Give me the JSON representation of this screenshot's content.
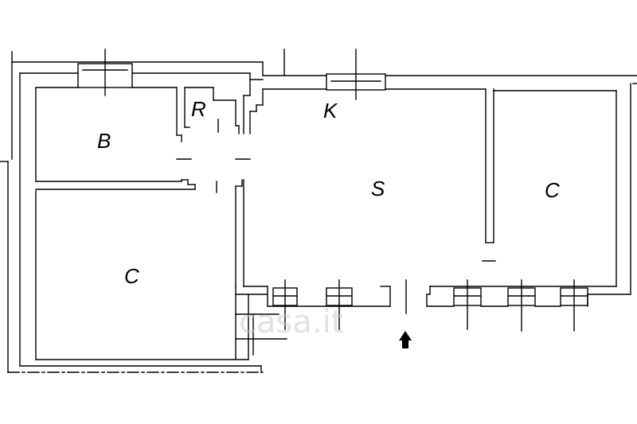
{
  "rooms": {
    "r1": "B",
    "r2": "R",
    "r3": "K",
    "r4": "S",
    "r5": "C",
    "r6": "C"
  },
  "watermark": "casa.it",
  "colors": {
    "line": "#000000",
    "background": "#ffffff",
    "watermark": "#c8ccd4"
  }
}
